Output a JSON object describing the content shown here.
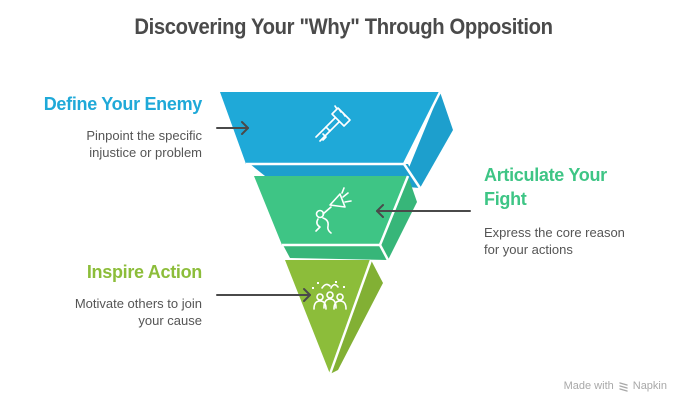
{
  "title": "Discovering Your \"Why\" Through Opposition",
  "stages": [
    {
      "label": "Define Your Enemy",
      "description_lines": [
        "Pinpoint the specific",
        "injustice or problem"
      ],
      "icon": "fist-icon",
      "color": "#1fa9d8"
    },
    {
      "label": "Articulate Your Fight",
      "label_lines": [
        "Articulate Your",
        "Fight"
      ],
      "description_lines": [
        "Express the core reason",
        "for your actions"
      ],
      "icon": "megaphone-icon",
      "color": "#3ec585"
    },
    {
      "label": "Inspire Action",
      "description_lines": [
        "Motivate others to join",
        "your cause"
      ],
      "icon": "celebrating-group-icon",
      "color": "#8cbd3a"
    }
  ],
  "footer": {
    "made_with": "Made with",
    "brand": "Napkin"
  },
  "colors": {
    "title": "#4a4a4a",
    "description": "#555555",
    "arrow": "#4a4a4a",
    "footer": "#a8a8a8"
  }
}
